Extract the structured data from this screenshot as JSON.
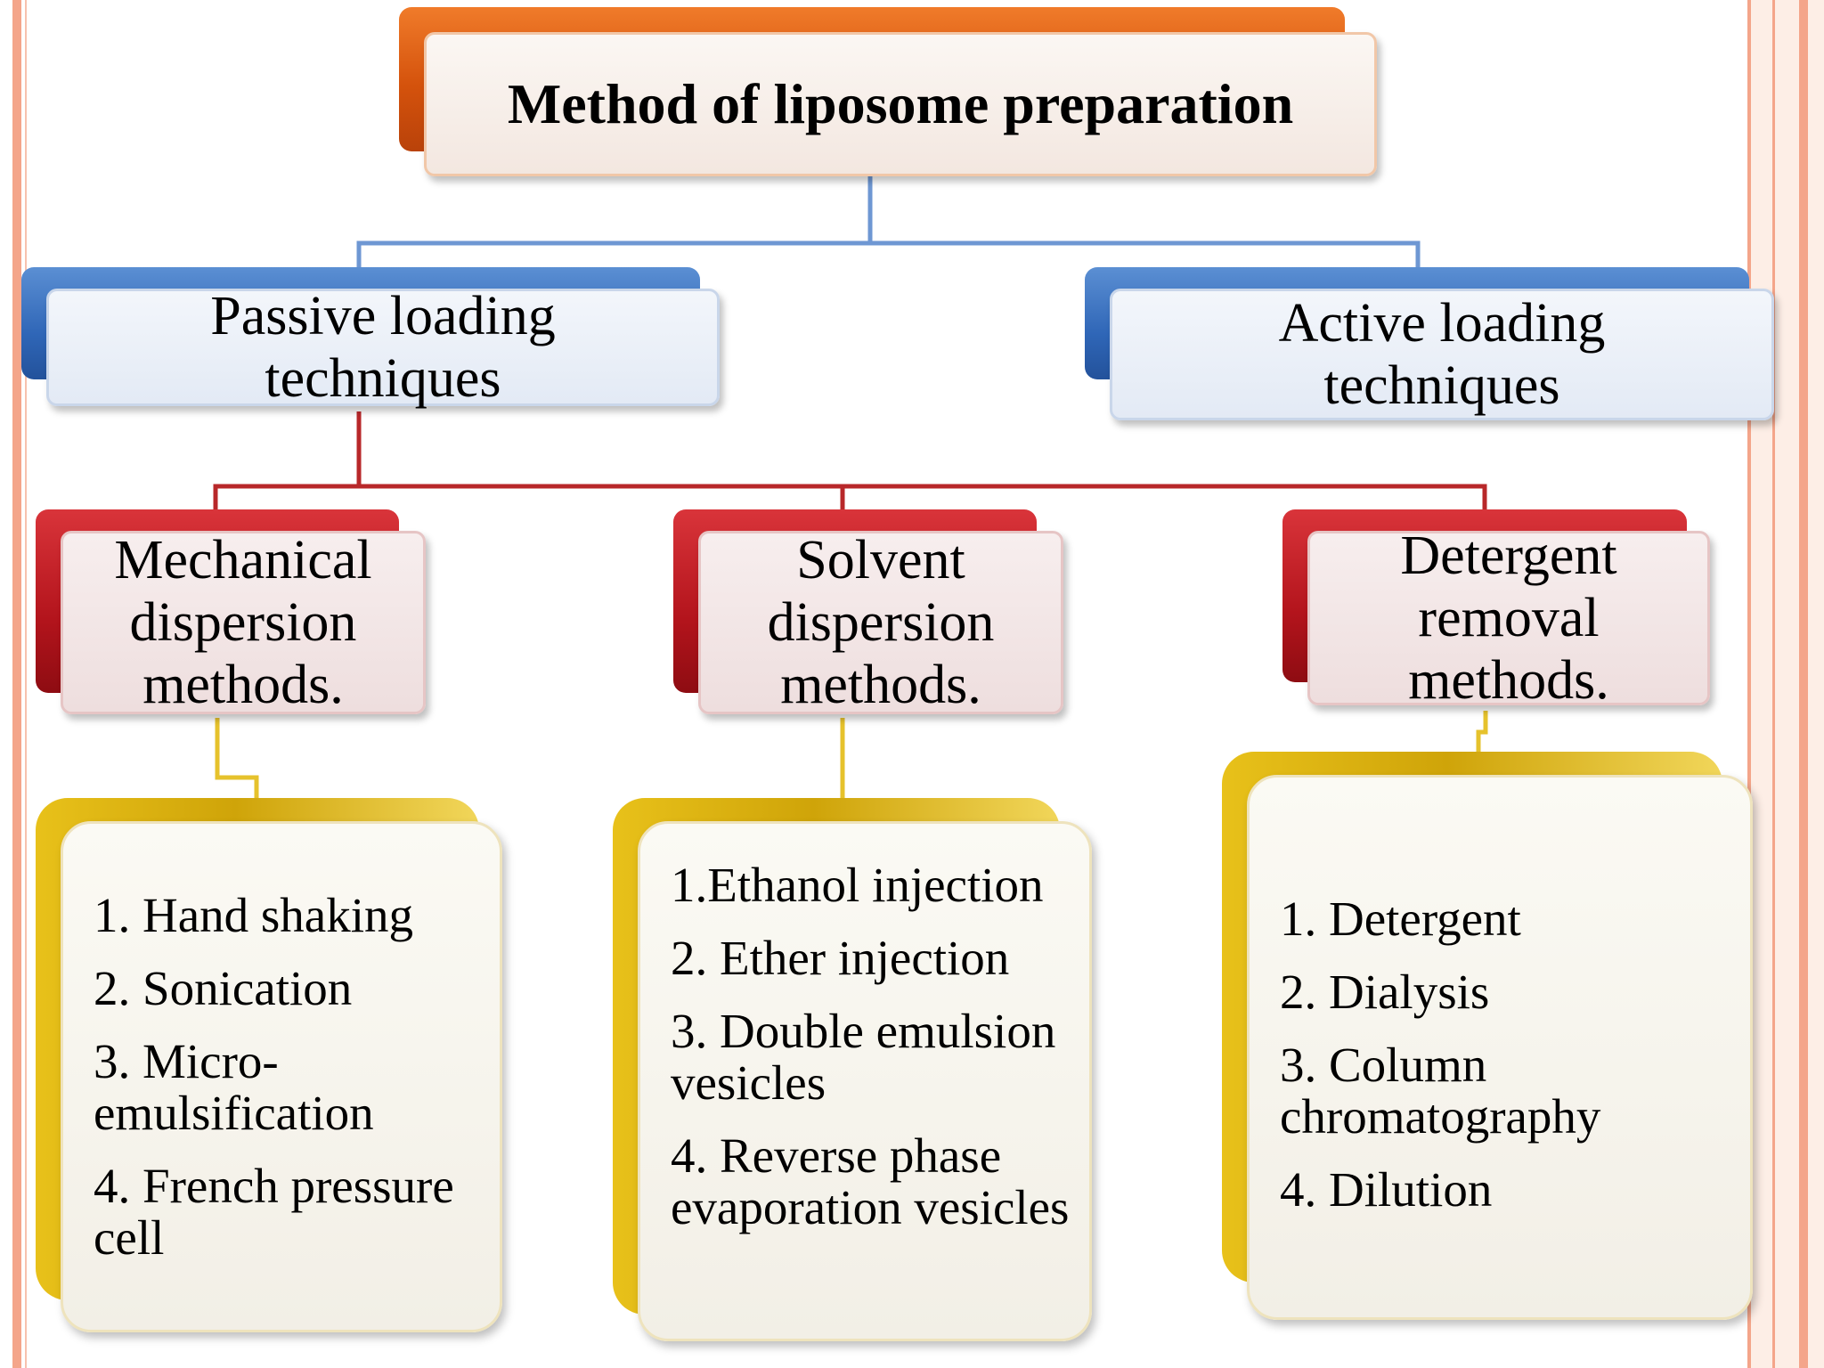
{
  "diagram": {
    "root": {
      "label": "Method of liposome preparation"
    },
    "level1": [
      {
        "label": "Passive loading techniques",
        "lines": [
          "Passive loading",
          "techniques"
        ]
      },
      {
        "label": "Active loading techniques",
        "lines": [
          "Active loading",
          "techniques"
        ]
      }
    ],
    "methods": [
      {
        "label": "Mechanical dispersion methods.",
        "lines": [
          "Mechanical",
          "dispersion",
          "methods."
        ],
        "items": [
          "1. Hand shaking",
          "2. Sonication",
          "3. Micro-emulsification",
          "4. French pressure cell"
        ]
      },
      {
        "label": "Solvent dispersion methods.",
        "lines": [
          "Solvent",
          "dispersion",
          "methods."
        ],
        "items": [
          "1.Ethanol injection",
          "2. Ether injection",
          "3. Double emulsion vesicles",
          "4. Reverse phase evaporation vesicles"
        ]
      },
      {
        "label": "Detergent removal methods.",
        "lines": [
          "Detergent",
          "removal",
          "methods."
        ],
        "items": [
          "1. Detergent",
          "2. Dialysis",
          "3. Column chromatography",
          "4. Dilution"
        ]
      }
    ]
  },
  "colors": {
    "root_accent": "#d4520c",
    "level1_accent": "#2f66b7",
    "method_accent": "#b3141c",
    "item_accent": "#cfa409",
    "connector_blue": "#6e97d3",
    "connector_red": "#b8282a",
    "connector_gold": "#e6c22c",
    "slide_border": "#f4a58a"
  }
}
